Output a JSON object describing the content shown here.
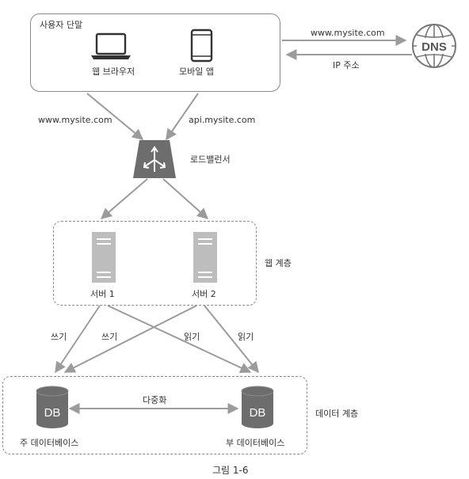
{
  "client": {
    "title": "사용자 단말",
    "browser_label": "웹 브라우저",
    "mobile_label": "모바일 앱",
    "browser_icon": "laptop-icon",
    "mobile_icon": "smartphone-icon"
  },
  "dns": {
    "label": "DNS",
    "icon": "globe-icon",
    "request_label": "www.mysite.com",
    "response_label": "IP 주소"
  },
  "edges": {
    "browser_request": "www.mysite.com",
    "mobile_request": "api.mysite.com",
    "write_1": "쓰기",
    "write_2": "쓰기",
    "read_1": "읽기",
    "read_2": "읽기",
    "replication": "다중화"
  },
  "load_balancer": {
    "label": "로드밸런서",
    "icon": "load-balancer-icon"
  },
  "web_tier": {
    "label": "웹 계층",
    "servers": [
      {
        "label": "서버 1",
        "icon": "server-icon"
      },
      {
        "label": "서버 2",
        "icon": "server-icon"
      }
    ]
  },
  "data_tier": {
    "label": "데이터 계층",
    "databases": [
      {
        "label": "주 데이터베이스",
        "text": "DB",
        "icon": "database-icon"
      },
      {
        "label": "부 데이터베이스",
        "text": "DB",
        "icon": "database-icon"
      }
    ]
  },
  "caption": "그림 1-6",
  "colors": {
    "line": "#9b9b9b",
    "server": "#bdbdbd",
    "database": "#6d6d6d",
    "load_balancer": "#6d6d6d",
    "border": "#8a8a8a"
  }
}
